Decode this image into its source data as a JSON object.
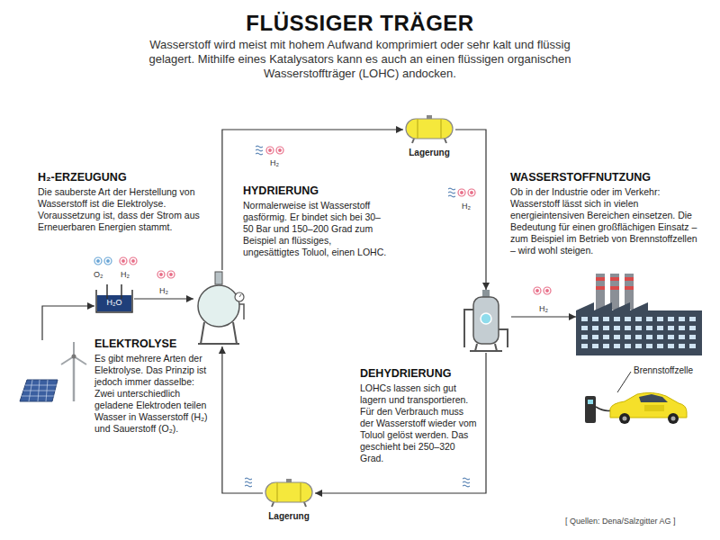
{
  "diagram": {
    "title": "FLÜSSIGER TRÄGER",
    "caption": "Wasserstoff wird meist mit hohem Aufwand komprimiert oder sehr kalt und flüssig gelagert. Mithilfe eines Katalysators kann es auch an einen flüssigen organischen Wasserstoffträger (LOHC) andocken.",
    "nodes": [
      {
        "text": [
          "H₂-ERZEUGUNG",
          "Die sauberste Art der Herstellung von Wasserstoff ist die Elektrolyse. Voraussetzung ist, dass der Strom aus Erneuerbaren Energien stammt."
        ]
      },
      {
        "text": [
          "H₂O",
          "ELEKTROLYSE",
          "Es gibt mehrere Arten der Elektrolyse. Das Prinzip ist jedoch immer dasselbe: Zwei unterschiedlich geladene Elektroden teilen Wasser in Wasserstoff (H₂) und Sauerstoff (O₂)."
        ]
      },
      {
        "text": [
          "HYDRIERUNG",
          "Normalerweise ist Wasserstoff gasförmig. Er bindet sich bei 30–50 Bar und 150–200 Grad zum Beispiel an flüssiges, ungesättigtes Toluol, einen LOHC."
        ]
      },
      {
        "text": [
          "Lagerung"
        ]
      },
      {
        "text": [
          "DEHYDRIERUNG",
          "LOHCs lassen sich gut lagern und transportieren. Für den Verbrauch muss der Wasserstoff wieder vom Toluol gelöst werden. Das geschieht bei 250–320 Grad."
        ]
      },
      {
        "text": [
          "WASSERSTOFFNUTZUNG",
          "Ob in der Industrie oder im Verkehr: Wasserstoff lässt sich in vielen energieintensiven Bereichen einsetzen. Die Bedeutung für einen großflächigen Einsatz – zum Beispiel im Betrieb von Brennstoffzellen – wird wohl steigen."
        ]
      },
      {
        "text": [
          "Brennstoffzelle"
        ]
      },
      {
        "text": [
          "Lagerung"
        ]
      }
    ],
    "edges": [
      {
        "from": 0,
        "to": 1,
        "arrow": "to"
      },
      {
        "from": 1,
        "to": 2,
        "label": "H₂",
        "arrow": "to"
      },
      {
        "from": 2,
        "to": 3,
        "arrow": "to"
      },
      {
        "from": 3,
        "to": 4,
        "arrow": "to"
      },
      {
        "from": 4,
        "to": 5,
        "label": "H₂",
        "arrow": "to"
      },
      {
        "from": 4,
        "to": 7,
        "arrow": "to"
      },
      {
        "from": 7,
        "to": 2,
        "arrow": "to"
      }
    ],
    "labels": [
      "O₂",
      "H₂",
      "H₂",
      "H₂",
      "[ Quellen: Dena/Salzgitter AG ]"
    ]
  }
}
